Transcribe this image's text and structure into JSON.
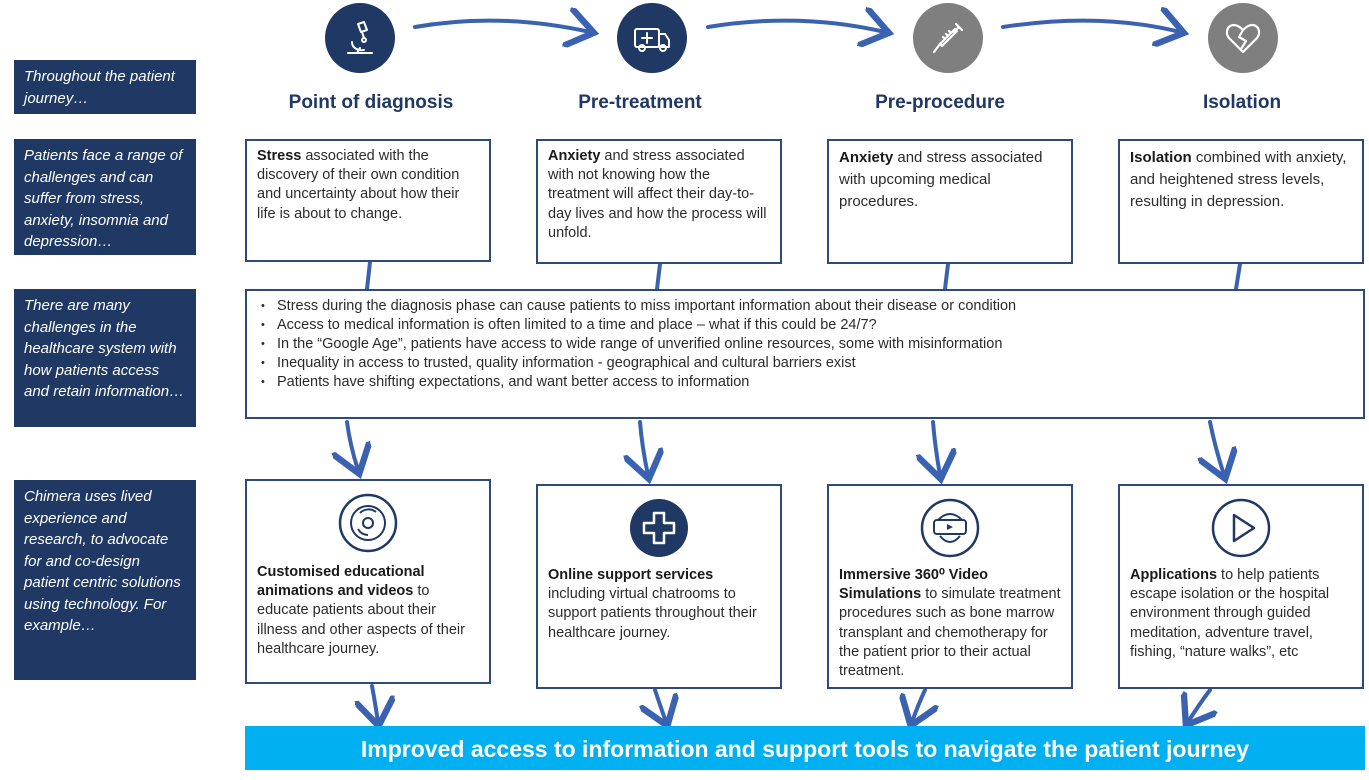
{
  "left_labels": [
    "Throughout the patient journey…",
    "Patients face a range of challenges and can suffer from stress, anxiety, insomnia and depression…",
    "There are many challenges in the healthcare system with how patients access and retain information…",
    "Chimera uses lived experience and research, to advocate for and co-design patient centric solutions using technology. For example…"
  ],
  "stages": [
    {
      "title": "Point of diagnosis",
      "icon": "microscope-icon",
      "color": "#1f3864"
    },
    {
      "title": "Pre-treatment",
      "icon": "ambulance-icon",
      "color": "#1f3864"
    },
    {
      "title": "Pre-procedure",
      "icon": "syringe-icon",
      "color": "#7f7f7f"
    },
    {
      "title": "Isolation",
      "icon": "broken-heart-icon",
      "color": "#7f7f7f"
    }
  ],
  "challenges": [
    {
      "bold": "Stress",
      "text": " associated with the discovery of their own condition and uncertainty about how their life is about to change."
    },
    {
      "bold": "Anxiety",
      "text": " and stress associated with not knowing how the treatment will affect their day-to-day lives and how the process will unfold."
    },
    {
      "bold": "Anxiety",
      "text": " and stress associated with upcoming medical procedures."
    },
    {
      "bold": "Isolation",
      "text": " combined with anxiety, and heightened stress levels, resulting in depression."
    }
  ],
  "system_challenges": [
    "Stress during the diagnosis phase can cause patients to miss important information about their disease or condition",
    "Access to medical information is often limited to a time and place – what if this could be 24/7?",
    "In the “Google Age”, patients have access to wide range of unverified online resources, some with misinformation",
    "Inequality in access to trusted, quality information - geographical and cultural barriers exist",
    "Patients have shifting expectations, and want better access to information"
  ],
  "solutions": [
    {
      "icon": "video-disc-icon",
      "bold": "Customised educational animations and videos",
      "text": " to educate patients about their illness and other aspects of their healthcare journey."
    },
    {
      "icon": "medical-cross-icon",
      "bold": "Online support services",
      "text": " including virtual chatrooms to support patients throughout their healthcare journey."
    },
    {
      "icon": "vr-headset-icon",
      "bold": "Immersive 360⁰ Video Simulations",
      "text": " to simulate treatment procedures such as bone marrow transplant and chemotherapy for the patient prior to their actual treatment."
    },
    {
      "icon": "play-button-icon",
      "bold": "Applications",
      "text": " to help patients escape isolation or the hospital environment through guided meditation, adventure travel, fishing, “nature walks”, etc"
    }
  ],
  "banner": "Improved access to information and support tools to navigate the patient journey",
  "colors": {
    "navy": "#1f3864",
    "gray": "#7f7f7f",
    "border": "#2e4a7d",
    "arrow": "#3a62b0",
    "banner": "#00b0f0"
  }
}
